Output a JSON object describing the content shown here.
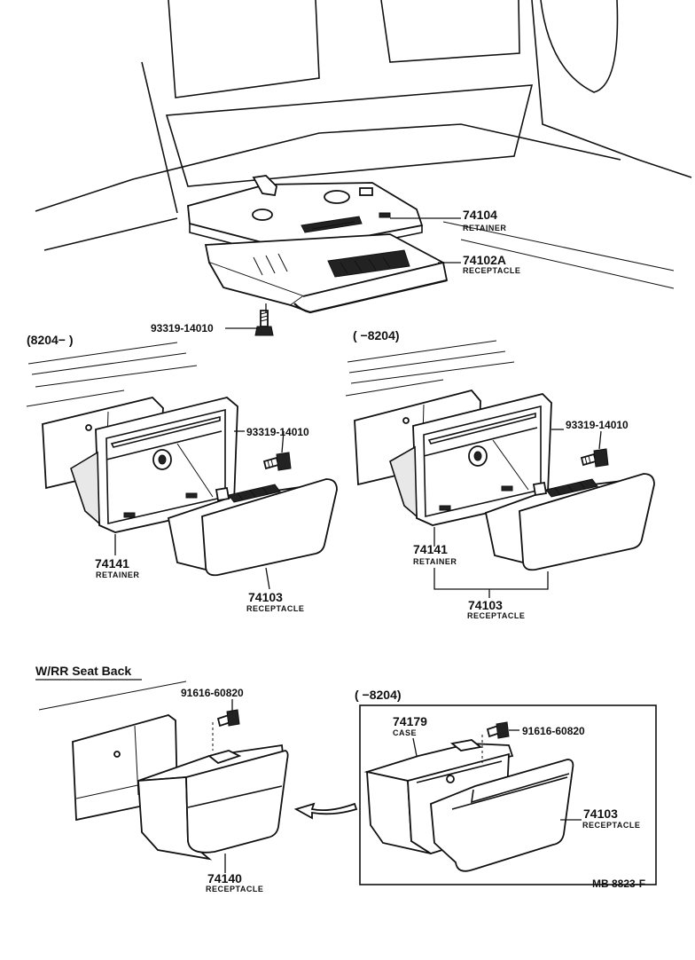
{
  "top": {
    "p74104": {
      "no": "74104",
      "name": "RETAINER"
    },
    "p74102a": {
      "no": "74102A",
      "name": "RECEPTACLE"
    },
    "screw": {
      "no": "93319-14010"
    }
  },
  "mid_left": {
    "range": "(8204−    )",
    "screw": {
      "no": "93319-14010"
    },
    "retainer": {
      "no": "74141",
      "name": "RETAINER"
    },
    "receptacle": {
      "no": "74103",
      "name": "RECEPTACLE"
    }
  },
  "mid_right": {
    "range": "(      −8204)",
    "screw": {
      "no": "93319-14010"
    },
    "retainer": {
      "no": "74141",
      "name": "RETAINER"
    },
    "receptacle": {
      "no": "74103",
      "name": "RECEPTACLE"
    }
  },
  "bottom_left": {
    "section": "W/RR Seat Back",
    "screw": {
      "no": "91616-60820"
    },
    "receptacle": {
      "no": "74140",
      "name": "RECEPTACLE"
    }
  },
  "bottom_right": {
    "range": "(      −8204)",
    "case": {
      "no": "74179",
      "name": "CASE"
    },
    "screw": {
      "no": "91616-60820"
    },
    "receptacle": {
      "no": "74103",
      "name": "RECEPTACLE"
    }
  },
  "figure_code": "MB 8823-F"
}
